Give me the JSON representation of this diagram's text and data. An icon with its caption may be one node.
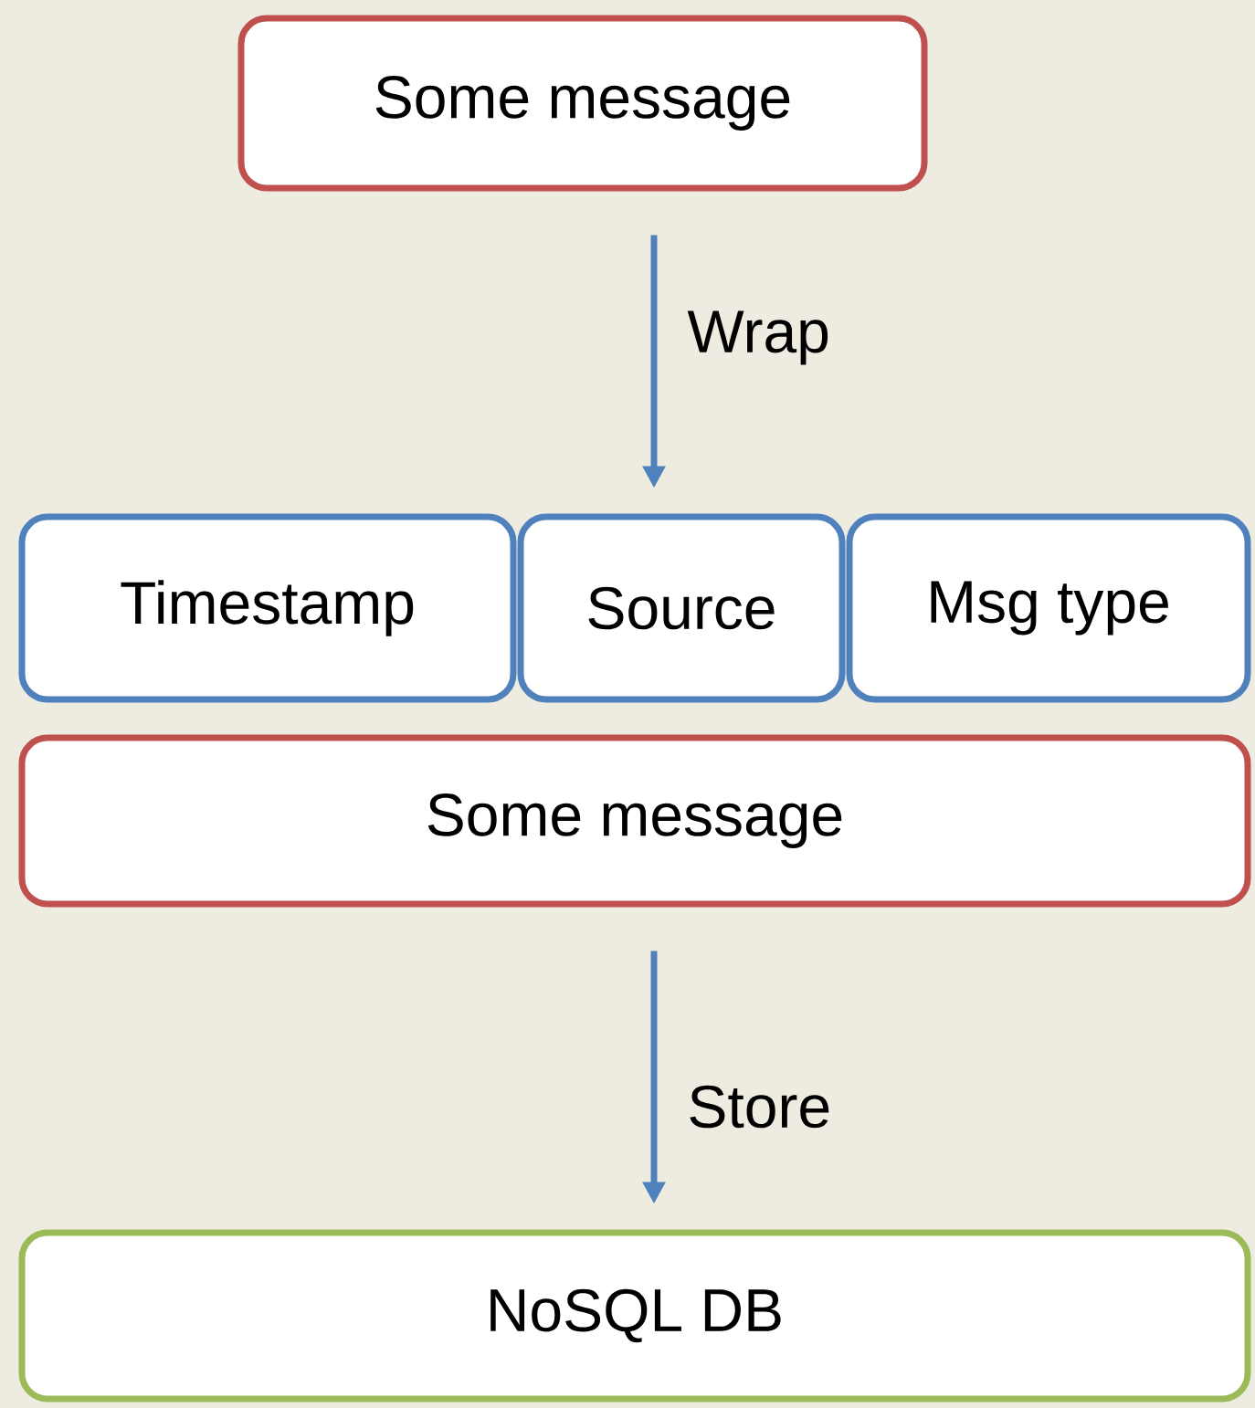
{
  "diagram": {
    "nodes": [
      {
        "text": [
          "Some message"
        ]
      },
      {
        "text": [
          "Timestamp"
        ]
      },
      {
        "text": [
          "Source"
        ]
      },
      {
        "text": [
          "Msg type"
        ]
      },
      {
        "text": [
          "Some message"
        ]
      },
      {
        "text": [
          "NoSQL DB"
        ]
      }
    ],
    "edges": [
      {
        "from": 0,
        "to": 2,
        "arrow": "to",
        "label": "Wrap"
      },
      {
        "from": 4,
        "to": 5,
        "arrow": "to",
        "label": "Store"
      }
    ]
  }
}
